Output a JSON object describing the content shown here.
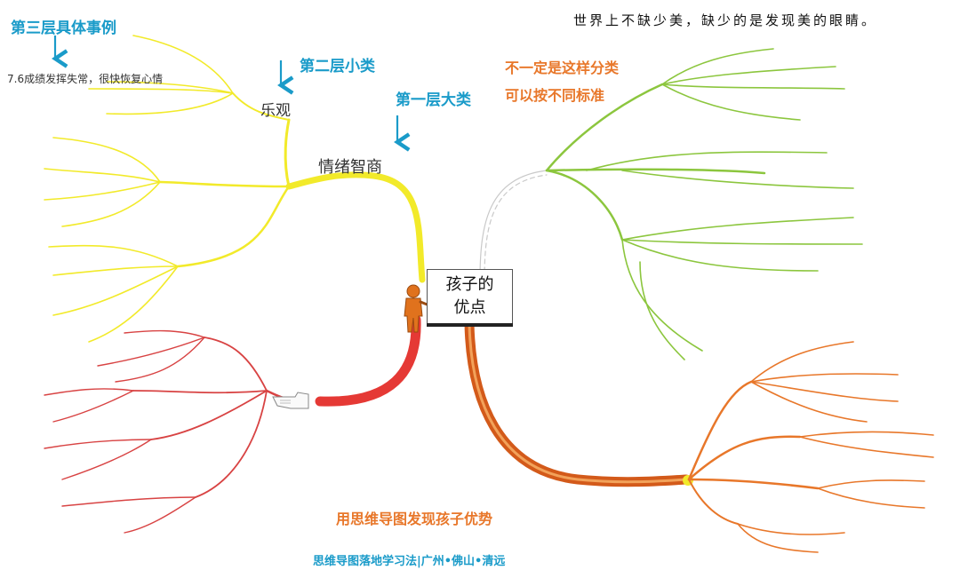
{
  "quote": "世界上不缺少美，缺少的是发现美的眼睛。",
  "center": {
    "line1": "孩子的",
    "line2": "优点"
  },
  "annotations": {
    "level3": "第三层具体事例",
    "level2": "第二层小类",
    "level1": "第一层大类",
    "note_line1": "不一定是这样分类",
    "note_line2": "可以按不同标准"
  },
  "branches": {
    "yellow_main": "情绪智商",
    "yellow_sub": "乐观",
    "yellow_example": "7.6成绩发挥失常，很快恢复心情"
  },
  "footer": {
    "slogan": "用思维导图发现孩子优势",
    "credit": "思维导图落地学习法|广州•佛山•清远"
  },
  "colors": {
    "yellow": "#f2ea2a",
    "green": "#8cc63e",
    "red": "#e53935",
    "orange": "#e8772a",
    "blue_annotation": "#1a9bc9"
  }
}
